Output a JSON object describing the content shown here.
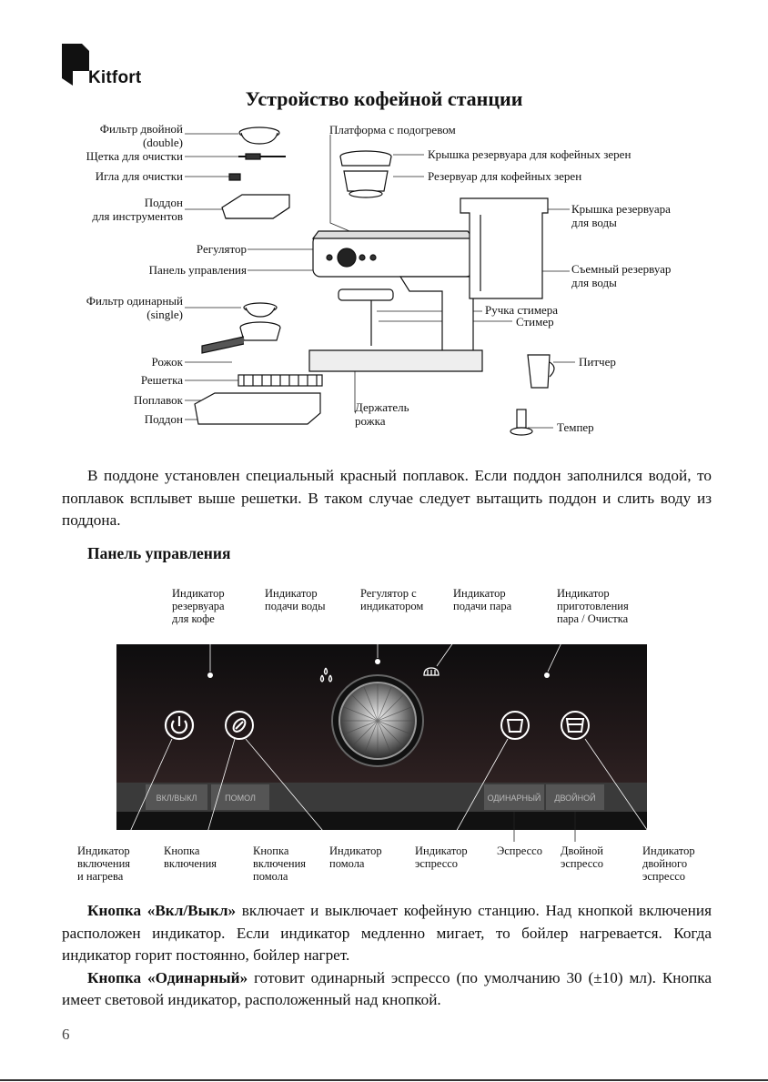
{
  "brand": {
    "name": "Kitfort"
  },
  "title": "Устройство кофейной станции",
  "diagram": {
    "left_labels": [
      {
        "lines": [
          "Фильтр двойной",
          "(double)"
        ]
      },
      {
        "lines": [
          "Щетка для очистки"
        ]
      },
      {
        "lines": [
          "Игла для очистки"
        ]
      },
      {
        "lines": [
          "Поддон",
          "для инструментов"
        ]
      },
      {
        "lines": [
          "Регулятор"
        ]
      },
      {
        "lines": [
          "Панель управления"
        ]
      },
      {
        "lines": [
          "Фильтр одинарный",
          "(single)"
        ]
      },
      {
        "lines": [
          "Рожок"
        ]
      },
      {
        "lines": [
          "Решетка"
        ]
      },
      {
        "lines": [
          "Поплавок"
        ]
      },
      {
        "lines": [
          "Поддон"
        ]
      }
    ],
    "right_labels": [
      {
        "lines": [
          "Платформа с подогревом"
        ]
      },
      {
        "lines": [
          "Крышка резервуара для кофейных зерен"
        ]
      },
      {
        "lines": [
          "Резервуар для кофейных зерен"
        ]
      },
      {
        "lines": [
          "Крышка резервуара",
          "для воды"
        ]
      },
      {
        "lines": [
          "Съемный резервуар",
          "для воды"
        ]
      },
      {
        "lines": [
          "Ручка стимера"
        ]
      },
      {
        "lines": [
          "Стимер"
        ]
      },
      {
        "lines": [
          "Питчер"
        ]
      },
      {
        "lines": [
          "Держатель",
          "рожка"
        ]
      },
      {
        "lines": [
          "Темпер"
        ]
      }
    ]
  },
  "paragraph1": "В поддоне установлен специальный красный поплавок. Если поддон заполнился водой, то поплавок всплывет выше решетки. В таком случае следует вытащить поддон и слить воду из поддона.",
  "section_heading": "Панель управления",
  "panel": {
    "top_labels": [
      {
        "lines": [
          "Индикатор",
          "резервуара",
          "для кофе"
        ]
      },
      {
        "lines": [
          "Индикатор",
          "подачи воды"
        ]
      },
      {
        "lines": [
          "Регулятор с",
          "индикатором"
        ]
      },
      {
        "lines": [
          "Индикатор",
          "подачи пара"
        ]
      },
      {
        "lines": [
          "Индикатор",
          "приготовления",
          "пара / Очистка"
        ]
      }
    ],
    "button_strip": [
      "ВКЛ/ВЫКЛ",
      "ПОМОЛ",
      "ОДИНАРНЫЙ",
      "ДВОЙНОЙ"
    ],
    "bottom_labels": [
      {
        "lines": [
          "Индикатор",
          "включения",
          "и нагрева"
        ]
      },
      {
        "lines": [
          "Кнопка",
          "включения"
        ]
      },
      {
        "lines": [
          "Кнопка",
          "включения",
          "помола"
        ]
      },
      {
        "lines": [
          "Индикатор",
          "помола"
        ]
      },
      {
        "lines": [
          "Индикатор",
          "эспрессо"
        ]
      },
      {
        "lines": [
          "Эспрессо"
        ]
      },
      {
        "lines": [
          "Двойной",
          "эспрессо"
        ]
      },
      {
        "lines": [
          "Индикатор",
          "двойного",
          "эспрессо"
        ]
      }
    ]
  },
  "paragraph2": {
    "p1_bold": "Кнопка «Вкл/Выкл»",
    "p1_text": " включает и выключает кофейную станцию. Над кнопкой включения расположен индикатор. Если индикатор медленно мигает, то бойлер нагревается. Когда индикатор горит постоянно, бойлер нагрет.",
    "p2_bold": "Кнопка «Одинарный»",
    "p2_text": " готовит одинарный эспрессо (по умолчанию 30 (±10) мл). Кнопка имеет световой индикатор, расположенный над кнопкой."
  },
  "page_number": "6",
  "colors": {
    "panel_bg": "#1a1516",
    "panel_glow": "#ffffff",
    "strip": "#3a3a3a"
  }
}
